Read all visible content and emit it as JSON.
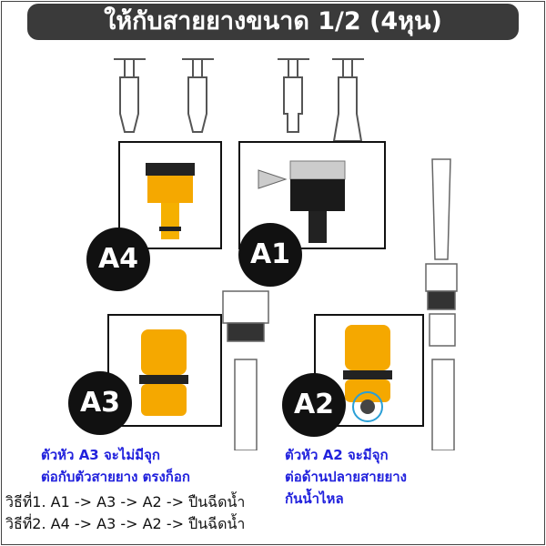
{
  "title": "ให้กับสายยางขนาด 1/2 (4หุน)",
  "labels": {
    "a4": "A4",
    "a1": "A1",
    "a3": "A3",
    "a2": "A2"
  },
  "notes": {
    "a3_line1": "ตัวหัว A3 จะไม่มีจุก",
    "a3_line2": "ต่อกับตัวสายยาง ตรงก็อก",
    "a2_line1": "ตัวหัว A2 จะมีจุก",
    "a2_line2": "ต่อด้านปลายสายยาง",
    "a2_line3": "กันน้ำไหล"
  },
  "steps": [
    "วิธีที่1. A1 -> A3 -> A2 -> ปืนฉีดน้ำ",
    "วิธีที่2. A4 -> A3 -> A2 -> ปืนฉีดน้ำ"
  ],
  "colors": {
    "connector": "#f5a800",
    "dark": "#111111",
    "note": "#2222dd"
  }
}
